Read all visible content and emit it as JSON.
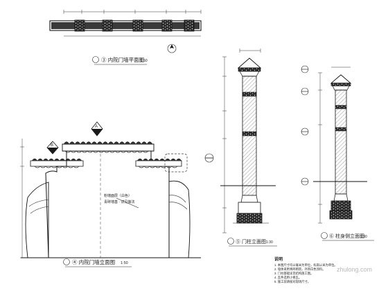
{
  "drawing": {
    "plan_title": "③ 内院门墙平面图",
    "plan_scale": "1:50",
    "elevation_title": "④ 内院门墙立面图",
    "elevation_scale": "1:50",
    "pillar_a_title": "⑤ 门柱立面图",
    "pillar_a_scale": "1:30",
    "pillar_b_title": "⑥ 柱身侧立面图",
    "pillar_b_scale": "1:30",
    "elev_mark_a": "A",
    "elev_mark_b": "B",
    "elev_note_1": "粉墙面层（白色）",
    "elev_note_2": "青砖墙基 · 详见做法",
    "notes_heading": "说明",
    "notes": [
      "1. 本图尺寸均以毫米为单位，标高以米为单位。",
      "2. 墙体采用青砖砌筑，外饰白色涂料。",
      "3. 门柱基础详见结构施工图。",
      "4. 瓦件选用小青瓦。",
      "5. 施工前请核对现场尺寸。"
    ],
    "watermark": "zhulong.com"
  }
}
